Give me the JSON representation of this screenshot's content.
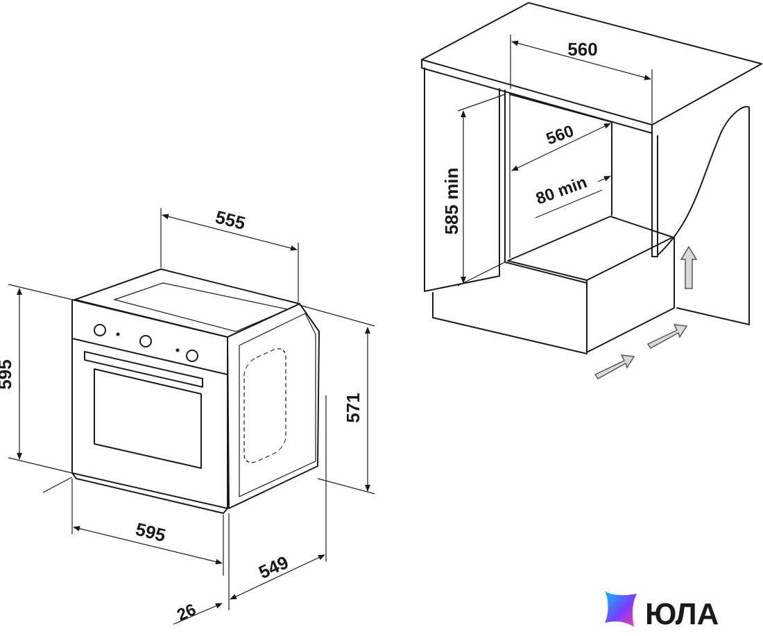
{
  "oven": {
    "dim_top_depth": "555",
    "dim_height_left": "595",
    "dim_height_right": "571",
    "dim_width_bottom": "595",
    "dim_depth_bottom": "549",
    "dim_door": "26"
  },
  "cabinet": {
    "dim_top_width": "560",
    "dim_inner_width": "560",
    "dim_vent": "80 min",
    "dim_height": "585 min"
  },
  "logo": {
    "text": "ЮЛА",
    "gradient_colors": [
      "#00c2ff",
      "#7b3cff",
      "#ff3ca0"
    ]
  },
  "colors": {
    "line": "#1a1a1a",
    "arrow_fill": "#d9d9d9"
  }
}
